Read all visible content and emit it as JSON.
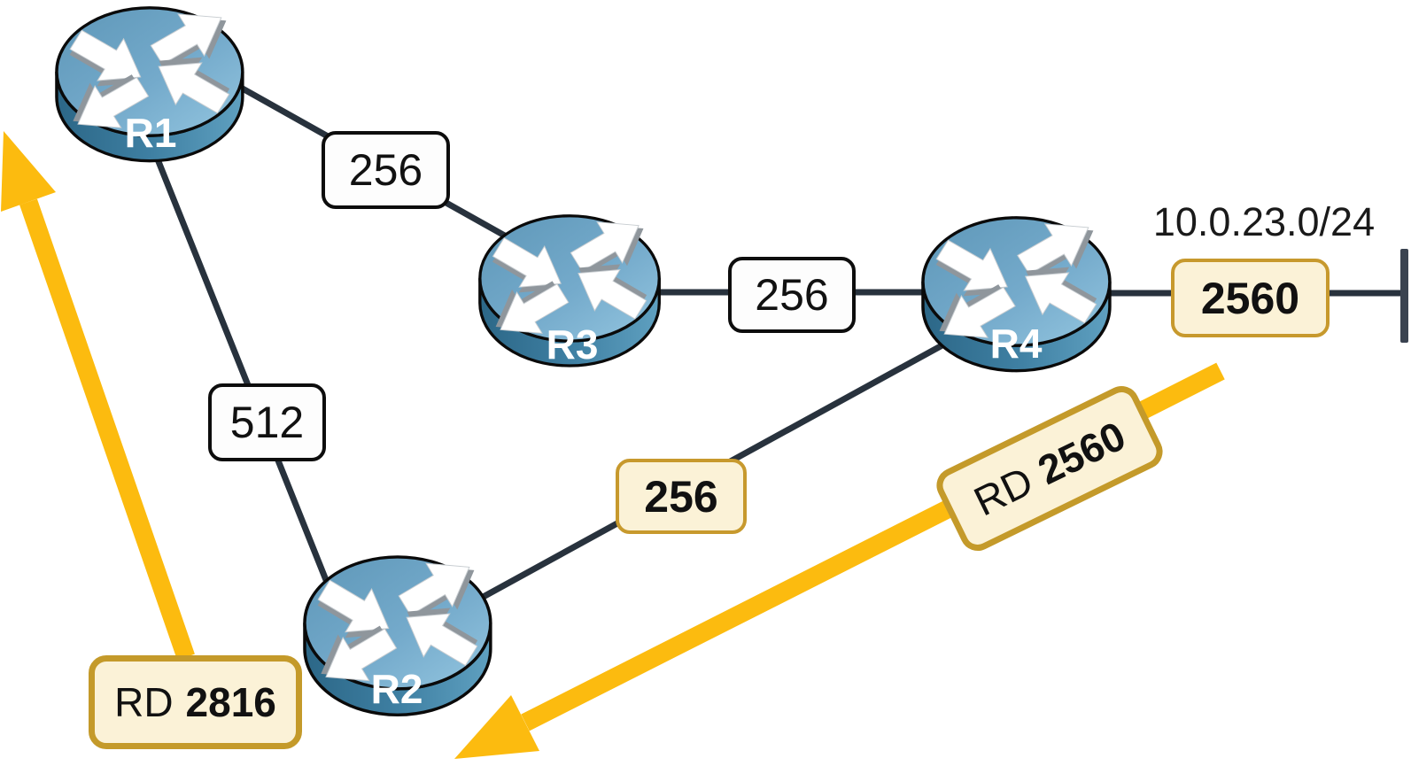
{
  "type": "network-topology-diagram",
  "routers": [
    {
      "id": "R1",
      "label": "R1"
    },
    {
      "id": "R2",
      "label": "R2"
    },
    {
      "id": "R3",
      "label": "R3"
    },
    {
      "id": "R4",
      "label": "R4"
    }
  ],
  "links": [
    {
      "from": "R1",
      "to": "R3",
      "cost": "256",
      "label_style": "white"
    },
    {
      "from": "R3",
      "to": "R4",
      "cost": "256",
      "label_style": "white"
    },
    {
      "from": "R1",
      "to": "R2",
      "cost": "512",
      "label_style": "white"
    },
    {
      "from": "R2",
      "to": "R4",
      "cost": "256",
      "label_style": "highlighted"
    },
    {
      "from": "R4",
      "to": "network",
      "cost": "2560",
      "label_style": "highlighted"
    }
  ],
  "network": {
    "prefix": "10.0.23.0/24"
  },
  "advertisements": [
    {
      "label": "RD",
      "value": "2816",
      "arrow": "toward-R1"
    },
    {
      "label": "RD",
      "value": "2560",
      "arrow": "toward-R2"
    }
  ],
  "colors": {
    "link_line": "#28323D",
    "network_bar": "#3A4350",
    "advert_arrow_yellow": "#FCBB0F",
    "label_cream_fill": "#FBF2D7",
    "label_gold_border": "#C49A2A",
    "white_label_fill": "#FDFDFD",
    "router_top_blue": "#5E97B8",
    "router_side_blue": "#3E7FA2",
    "text_dark": "#111111",
    "router_label_white": "#FFFFFF"
  }
}
